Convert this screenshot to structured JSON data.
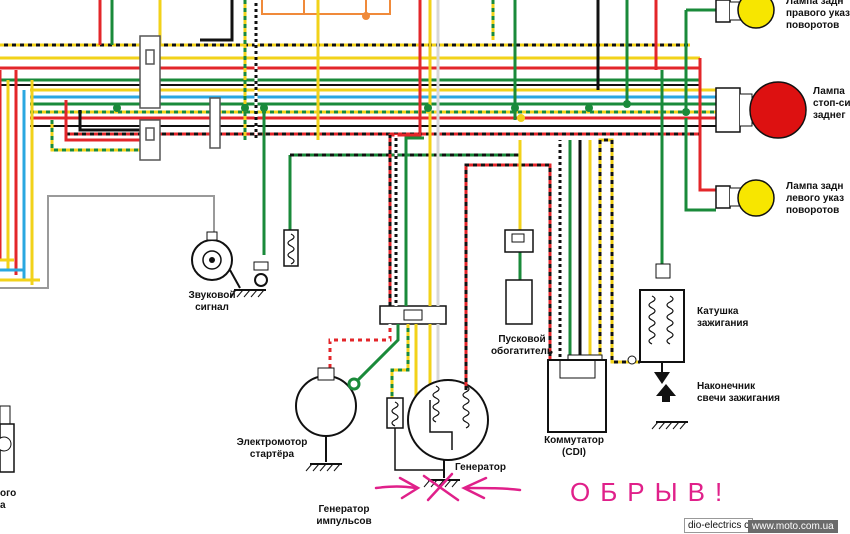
{
  "labels": {
    "horn": [
      "Звуковой",
      "сигнал"
    ],
    "starter_motor": [
      "Электромотор",
      "стартёра"
    ],
    "pulse_generator": [
      "Генератор",
      "импульсов"
    ],
    "generator": "Генератор",
    "starter_enricher": [
      "Пусковой",
      "обогатитель"
    ],
    "cdi": [
      "Коммутатор",
      "(CDI)"
    ],
    "ignition_coil": [
      "Катушка",
      "зажигания"
    ],
    "spark_cap": [
      "Наконечник",
      "свечи зажигания"
    ],
    "right_turn_lamp": [
      "Лампа задн",
      "правого указ",
      "поворотов"
    ],
    "stop_lamp": [
      "Лампа",
      "стоп-си",
      "заднег"
    ],
    "left_turn_lamp": [
      "Лампа задн",
      "левого указ",
      "поворотов"
    ],
    "left_partial": [
      "ого",
      "а"
    ]
  },
  "annotation": "ОБРЫВ!",
  "watermark": {
    "source": "dio-electrics c",
    "site": "www.moto.com.ua"
  },
  "colors": {
    "annotation": "#e0208a",
    "wire_red": "#e3262a",
    "wire_green": "#1a8a3a",
    "wire_yellow": "#f2d21a",
    "wire_blue": "#2aa7e0",
    "wire_black": "#111111",
    "wire_orange": "#f08a3a",
    "wire_gray": "#9a9a9a",
    "lamp_yellow": "#f7e600",
    "lamp_red": "#dd1111"
  }
}
